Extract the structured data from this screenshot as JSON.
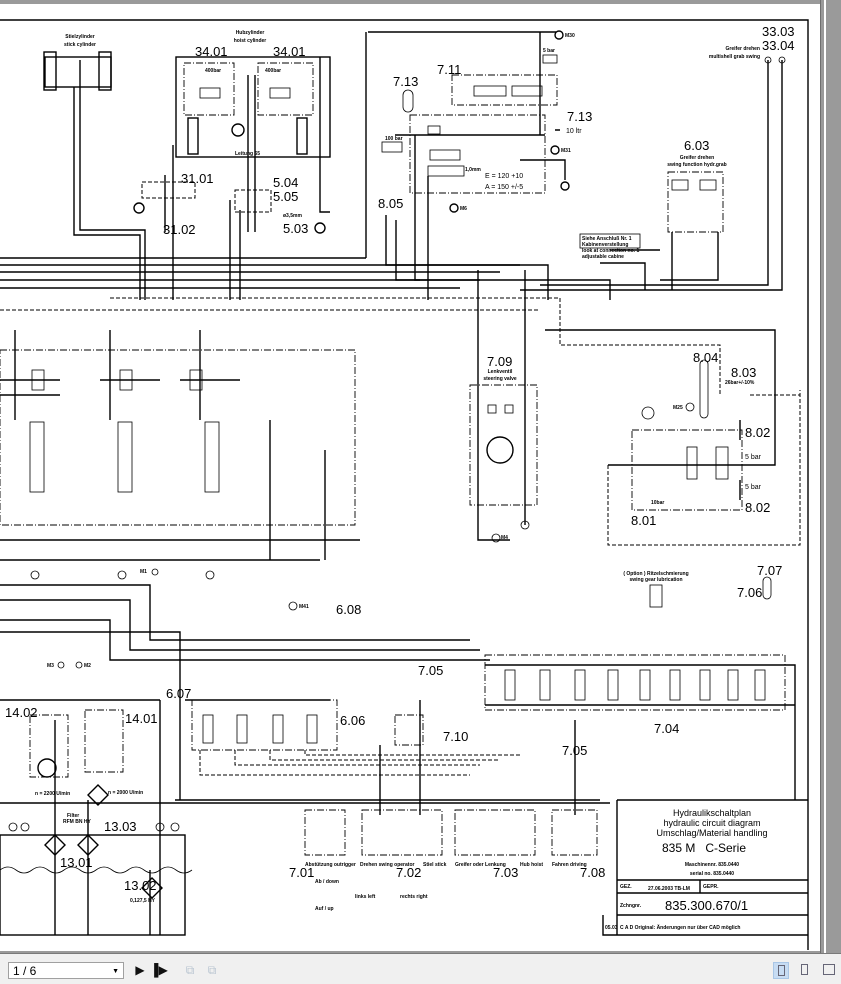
{
  "viewer": {
    "page_indicator": "1 / 6",
    "buttons": {
      "next": "next-page",
      "last": "last-page",
      "rotate_ccw": "rotate-left",
      "rotate_cw": "rotate-right",
      "single_page": "single-page-view",
      "continuous": "continuous-view",
      "facing": "facing-view"
    }
  },
  "diagram": {
    "stick_cylinder": [
      "Stielzylinder",
      "stick cylinder"
    ],
    "hoist_cylinder": [
      "Hubzylinder",
      "hoist cylinder"
    ],
    "labels": {
      "c3401a": "34.01",
      "c3401b": "34.01",
      "c3101": "31.01",
      "c3102": "31.02",
      "c504": "5.04",
      "c505": "5.05",
      "c503": "5.03",
      "c713a": "7.13",
      "c711": "7.11",
      "c713b": "7.13",
      "c805": "8.05",
      "c3303": "33.03",
      "c3304": "33.04",
      "c603": "6.03",
      "c709": "7.09",
      "c804": "8.04",
      "c803": "8.03",
      "c802a": "8.02",
      "c802b": "8.02",
      "c801": "8.01",
      "c608": "6.08",
      "c705a": "7.05",
      "c710": "7.10",
      "c607": "6.07",
      "c606": "6.06",
      "c705b": "7.05",
      "c704": "7.04",
      "c707": "7.07",
      "c706": "7.06",
      "c1402": "14.02",
      "c1401": "14.01",
      "c1303": "13.03",
      "c1301": "13.01",
      "c1302": "13.02",
      "c701": "7.01",
      "c702": "7.02",
      "c703": "7.03",
      "c708": "7.08"
    },
    "small": {
      "m30": "M30",
      "m31": "M31",
      "m6": "M6",
      "m25": "M25",
      "m41": "M41",
      "m1": "M1",
      "m3": "M3",
      "m2": "M2",
      "m4": "M4",
      "bar5": "5 bar",
      "bar100": "100 bar",
      "bar400a": "400bar",
      "bar400b": "400bar",
      "ltr10": "10 ltr",
      "e_val": "E = 120 +10",
      "a_val": "A = 150 +/-5",
      "mm10": "1,0mm",
      "leitung": "Leitung 65",
      "d35": "ø3,5mm",
      "grab_swing_de": "Greifer drehen",
      "grab_swing_en": "multishell grab swing",
      "swing_fn_de": "Greifer drehen",
      "swing_fn_en": "swing function hydr.grab",
      "steer_de": "Lenkventil",
      "steer_en": "steering valve",
      "bar26": "26bar+/-10%",
      "bar5b": "5 bar",
      "bar5c": "5 bar",
      "bar10": "10bar",
      "adj_de": "Siehe Anschluß Nr. 1",
      "adj_de2": "Kabinenverstellung",
      "adj_en": "look at connection no. 1",
      "adj_en2": "adjustable cabine",
      "lube": "( Option ) Ritzelschmierung",
      "lube_en": "swing gear lubrication",
      "n2200": "n = 2200 U/min",
      "n2000": "n = 2000 U/min",
      "filter": "Filter",
      "filter_hy": "RFM BN HY",
      "filter2": "0,127,5 HY",
      "up_down_a": "Ab / down",
      "up_down_b": "Auf / up",
      "left_right_a": "links left",
      "left_right_b": "rechts right",
      "swing_op": "Drehen swing operator",
      "grab_op": "Greifer oder Lenkung",
      "stick": "Stiel stick",
      "hoist": "Hub hoist",
      "drive": "Fahren driving",
      "outrigger": "Abstützung outrigger"
    },
    "title_block": {
      "line1": "Hydraulikschaltplan",
      "line2": "hydraulic circuit diagram",
      "line3": "Umschlag/Material handling",
      "model": "835 M   C-Serie",
      "machine_no": "Maschinennr. 835.0440",
      "serial_no": "serial no. 835.0440",
      "gez_label": "GEZ.",
      "gez_value": "27.06.2003 TB-LM",
      "gepr_label": "GEPR.",
      "drawing_no_label": "Zchngnr.",
      "drawing_no": "835.300.670/1",
      "rev": "05.03",
      "cad_note": "C A D Original: Änderungen nur über CAD möglich"
    }
  }
}
